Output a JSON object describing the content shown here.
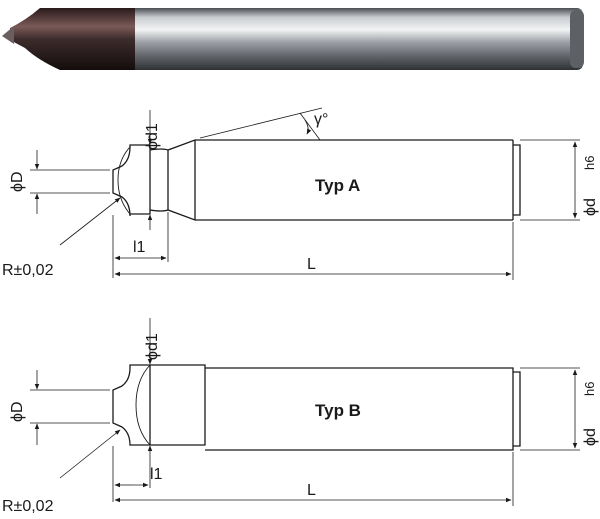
{
  "photo": {
    "alt": "Photo of a corner rounding cutter with dark coated head and steel shank"
  },
  "typeA": {
    "title": "Typ A",
    "label_phiD": "ϕD",
    "label_phid1": "ϕd1",
    "label_phid": "ϕd",
    "label_h6": "h6",
    "label_l1": "l1",
    "label_L": "L",
    "label_R": "R±0,02",
    "label_gamma": "γ°"
  },
  "typeB": {
    "title": "Typ B",
    "label_phiD": "ϕD",
    "label_phid1": "ϕd1",
    "label_phid": "ϕd",
    "label_h6": "h6",
    "label_l1": "l1",
    "label_L": "L",
    "label_R": "R±0,02"
  }
}
